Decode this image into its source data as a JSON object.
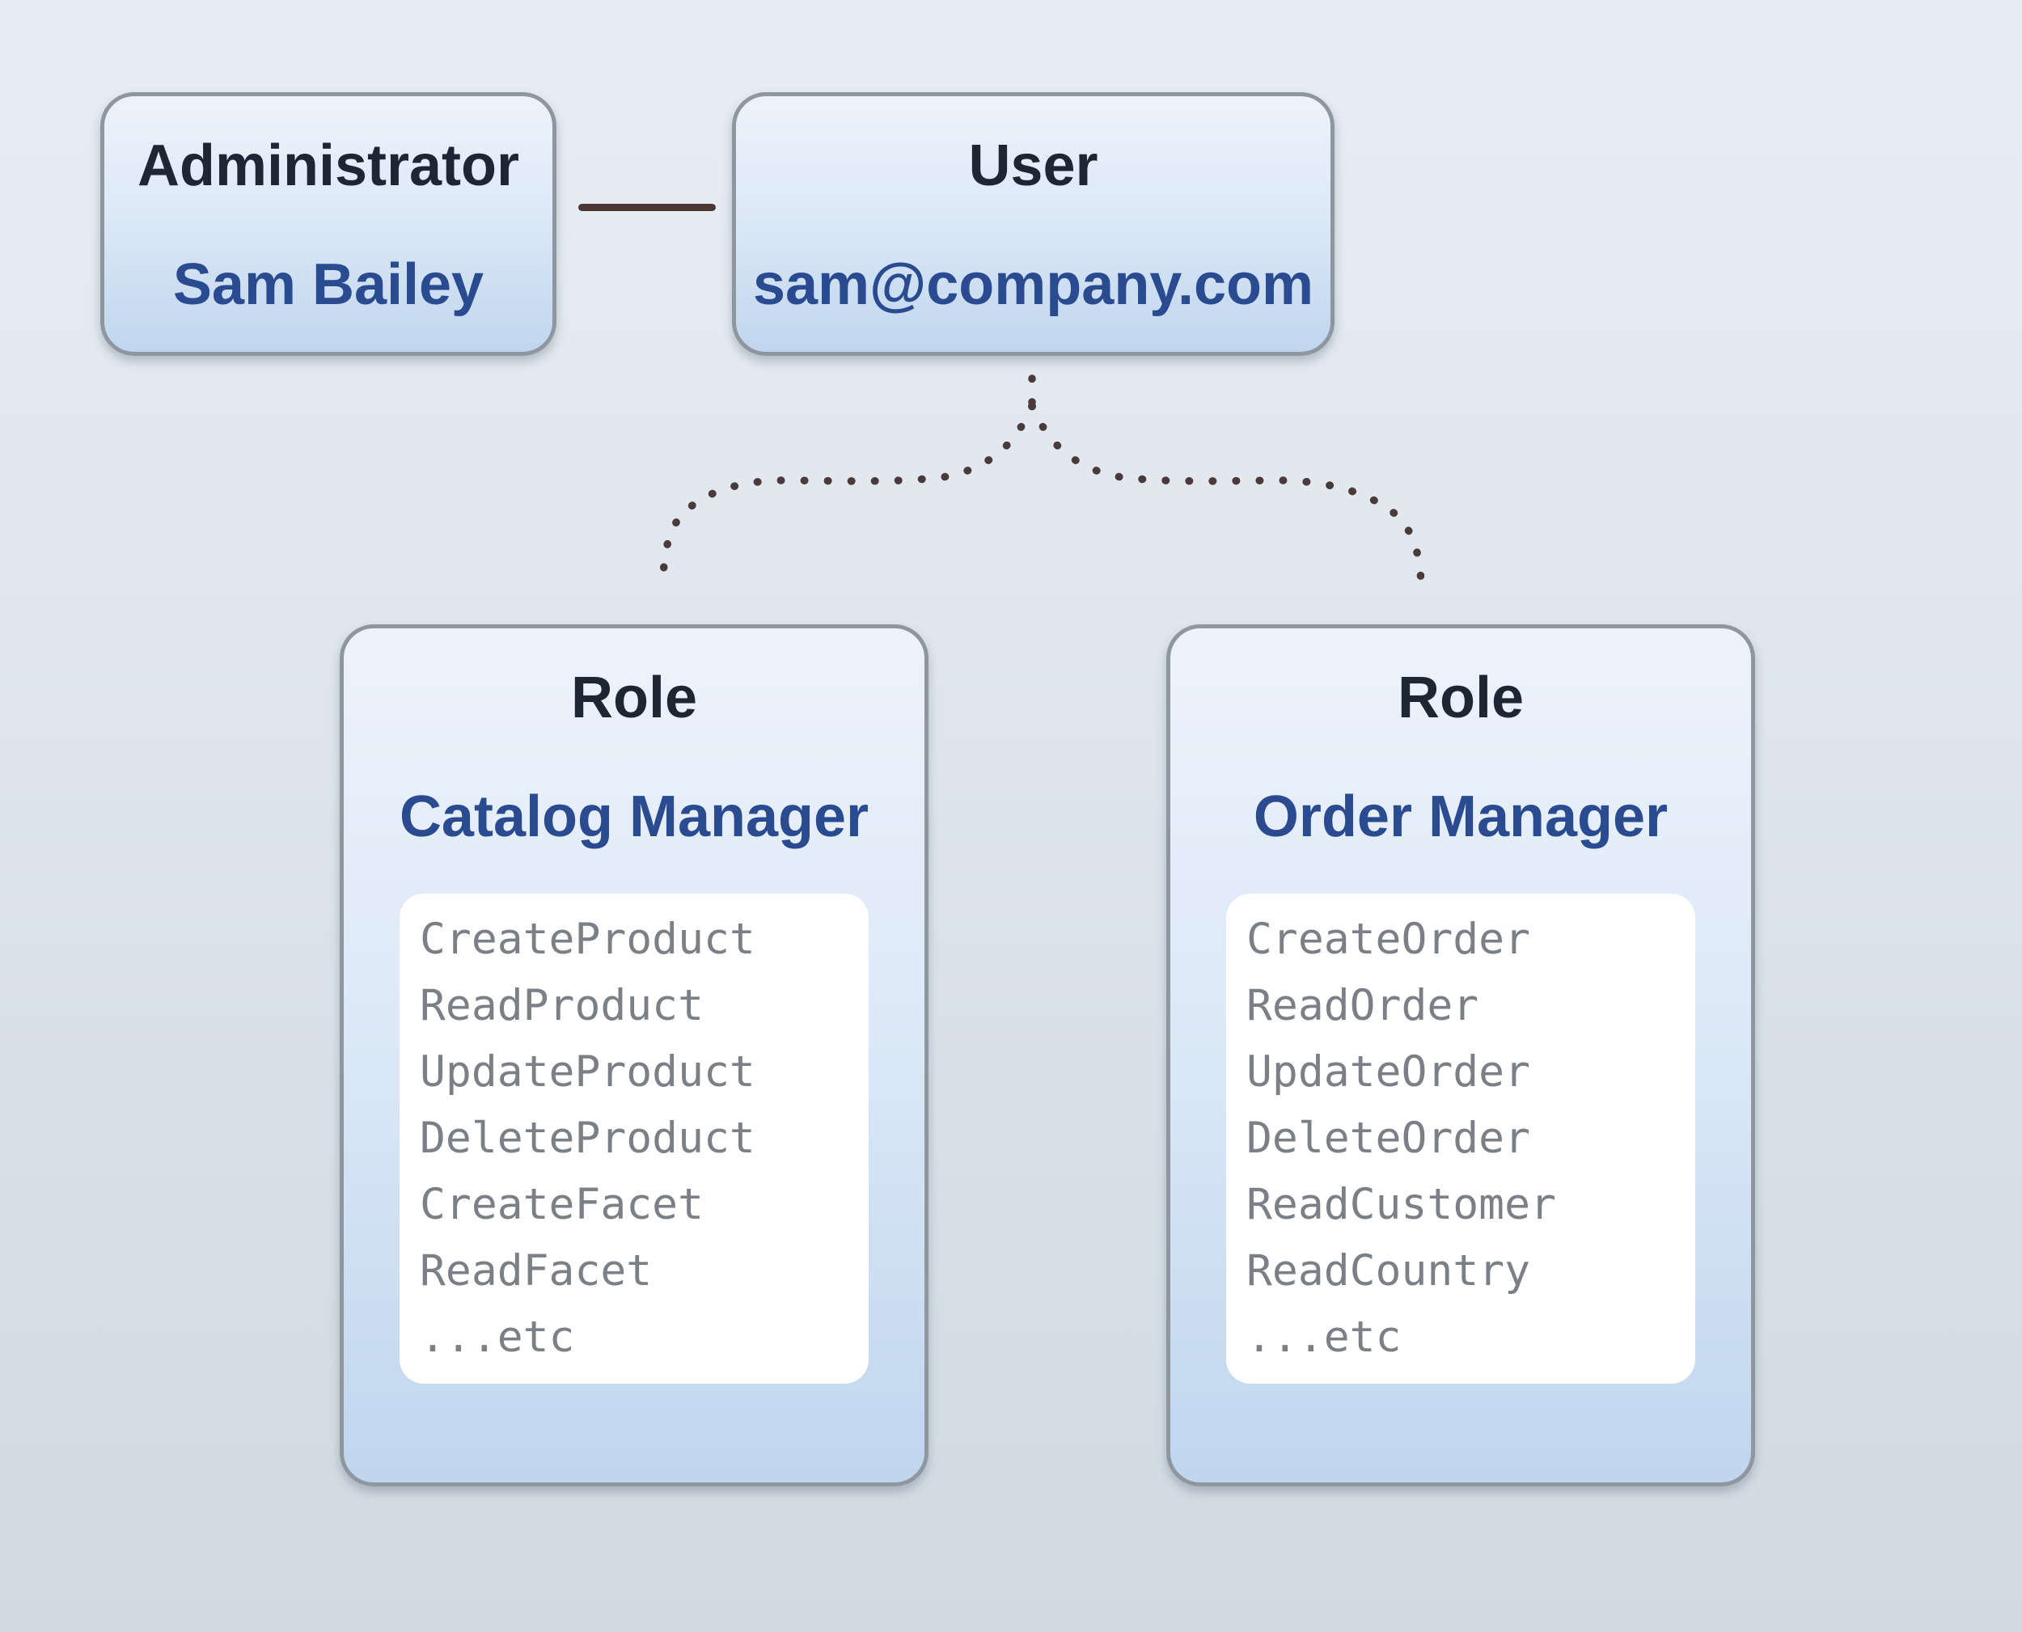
{
  "diagram": {
    "admin_card": {
      "title": "Administrator",
      "value": "Sam Bailey"
    },
    "user_card": {
      "title": "User",
      "value": "sam@company.com"
    },
    "roles": [
      {
        "title": "Role",
        "value": "Catalog Manager",
        "permissions": [
          "CreateProduct",
          "ReadProduct",
          "UpdateProduct",
          "DeleteProduct",
          "CreateFacet",
          "ReadFacet",
          "...etc"
        ]
      },
      {
        "title": "Role",
        "value": "Order Manager",
        "permissions": [
          "CreateOrder",
          "ReadOrder",
          "UpdateOrder",
          "DeleteOrder",
          "ReadCustomer",
          "ReadCountry",
          "...etc"
        ]
      }
    ],
    "colors": {
      "card_gradient_top": "#edf3fc",
      "card_gradient_bottom": "#c0d6ee",
      "card_border": "#8e979f",
      "title_text": "#1e2633",
      "value_text": "#2a4b90",
      "permission_text": "#7b8086",
      "permission_box": "#ffffff",
      "association_line": "#4c3734",
      "dotted_connector": "#4a3a3a",
      "page_background_top": "#e7edf3",
      "page_background_bottom": "#d1dae2"
    }
  }
}
